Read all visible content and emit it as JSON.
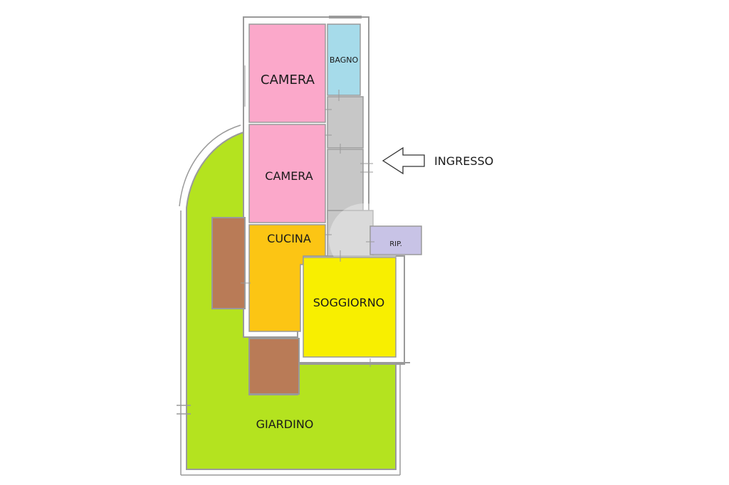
{
  "floorplan": {
    "rooms": {
      "camera_1": {
        "label": "CAMERA",
        "color": "#fba8ca"
      },
      "bagno": {
        "label": "BAGNO",
        "color": "#a6dbea"
      },
      "camera_2": {
        "label": "CAMERA",
        "color": "#fba8ca"
      },
      "cucina": {
        "label": "CUCINA",
        "color": "#fcc514"
      },
      "soggiorno": {
        "label": "SOGGIORNO",
        "color": "#f8ef00"
      },
      "ripostiglio": {
        "label": "RIP.",
        "color": "#c8c3e6"
      },
      "giardino": {
        "label": "GIARDINO",
        "color": "#b4e31f"
      },
      "corridoio": {
        "color": "#c7c7c7"
      }
    },
    "terraces": {
      "color": "#b97b57"
    },
    "entrance": {
      "label": "INGRESSO"
    },
    "wall_color": "#9a9a9a"
  }
}
